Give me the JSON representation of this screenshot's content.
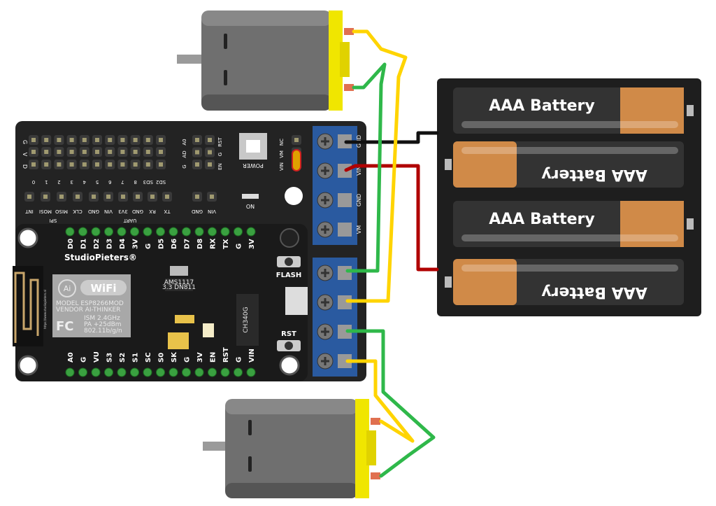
{
  "board": {
    "brand": "StudioPieters®",
    "header_rows": [
      "G",
      "V",
      "D"
    ],
    "header_cols": [
      "0",
      "1",
      "2",
      "3",
      "4",
      "5",
      "6",
      "7",
      "8",
      "SD3",
      "SD2"
    ],
    "adc_labels_left": [
      "A0",
      "AD",
      "G"
    ],
    "adc_labels_right": [
      "RST",
      "G",
      "EN"
    ],
    "power_label": "POWER",
    "jumper_labels": [
      "NC",
      "VM",
      "VIN"
    ],
    "spi_pins": [
      "INT",
      "MOSI",
      "MISO",
      "CLK"
    ],
    "spi_label": "SPI",
    "uart_pins": [
      "GND",
      "VIN",
      "3V3",
      "GND",
      "RX",
      "TX"
    ],
    "uart_label": "UART",
    "power_pins": [
      "GND",
      "VIN"
    ],
    "switch_label": "ON",
    "top_pins": [
      "D0",
      "D1",
      "D2",
      "D3",
      "D4",
      "3V",
      "G",
      "D5",
      "D6",
      "D7",
      "D8",
      "RX",
      "TX",
      "G",
      "3V"
    ],
    "bottom_pins": [
      "A0",
      "G",
      "VU",
      "S3",
      "S2",
      "S1",
      "SC",
      "S0",
      "SK",
      "G",
      "3V",
      "EN",
      "RST",
      "G",
      "VIN"
    ],
    "flash_label": "FLASH",
    "rst_label": "RST",
    "regulator": [
      "AMS1117",
      "3.3 DN811"
    ],
    "usb_chip": "CH340G",
    "esp_module": {
      "logo_ai": "Ai",
      "logo_wifi": "WiFi",
      "lines": [
        "MODEL     ESP8266MOD",
        "VENDOR    AI-THINKER",
        "ISM   2.4GHz",
        "PA    +25dBm",
        "802.11b/g/n"
      ],
      "fcc": "FC",
      "url": "https://www.studiopieters.nl"
    },
    "terminal_labels": [
      "GND",
      "VIN",
      "GND",
      "VM"
    ]
  },
  "batteries": {
    "label": "AAA Battery",
    "count": 4,
    "copper": "#d08a48"
  },
  "wire_colors": {
    "black": "#111111",
    "red": "#b00000",
    "green": "#2fb84a",
    "yellow": "#ffd400"
  }
}
